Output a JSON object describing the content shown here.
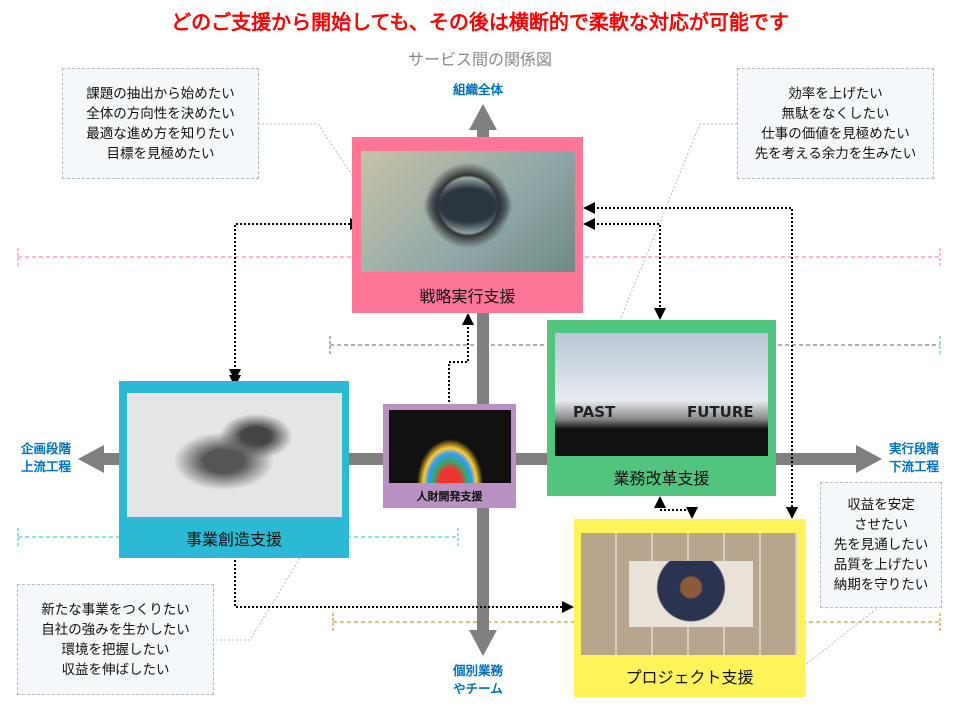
{
  "title": "どのご支援から開始しても、その後は横断的で柔軟な対応が可能です",
  "subtitle": "サービス間の関係図",
  "axes": {
    "top": "組織全体",
    "bottom": [
      "個別業務",
      "やチーム"
    ],
    "left": [
      "企画段階",
      "上流工程"
    ],
    "right": [
      "実行段階",
      "下流工程"
    ]
  },
  "services": {
    "strategy": {
      "label": "戦略実行支援",
      "color": "#ff7597"
    },
    "business_creation": {
      "label": "事業創造支援",
      "color": "#2cb9d3"
    },
    "hr": {
      "label": "人財開発支援",
      "color": "#b991c2"
    },
    "operations": {
      "label": "業務改革支援",
      "color": "#52c47e",
      "image_text": [
        "PAST",
        "FUTURE"
      ]
    },
    "project": {
      "label": "プロジェクト支援",
      "color": "#fef45a"
    }
  },
  "notes": {
    "strategy": [
      "課題の抽出から始めたい",
      "全体の方向性を決めたい",
      "最適な進め方を知りたい",
      "目標を見極めたい"
    ],
    "operations": [
      "効率を上げたい",
      "無駄をなくしたい",
      "仕事の価値を見極めたい",
      "先を考える余力を生みたい"
    ],
    "business_creation": [
      "新たな事業をつくりたい",
      "自社の強みを生かしたい",
      "環境を把握したい",
      "収益を伸ばしたい"
    ],
    "project": [
      "収益を安定",
      "させたい",
      "先を見通したい",
      "品質を上げたい",
      "納期を守りたい"
    ]
  }
}
